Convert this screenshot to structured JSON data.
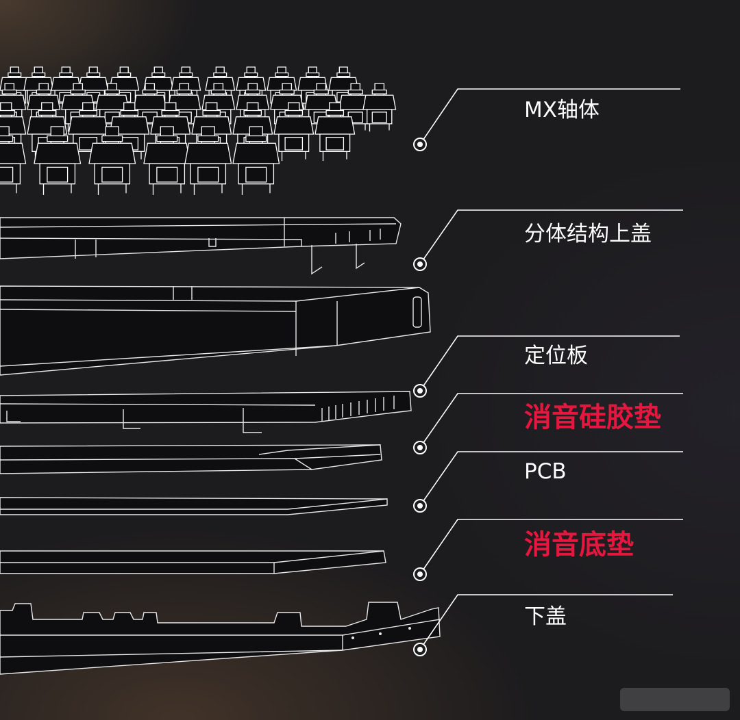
{
  "colors": {
    "background": "#1c1b1d",
    "line": "#ffffff",
    "highlight": "#e5173f",
    "part_fill": "#0e0e10"
  },
  "labels": [
    {
      "id": "mx-switch",
      "text": "MX轴体",
      "highlight": false
    },
    {
      "id": "top-case",
      "text": "分体结构上盖",
      "highlight": false
    },
    {
      "id": "plate",
      "text": "定位板",
      "highlight": false
    },
    {
      "id": "silicone-pad",
      "text": "消音硅胶垫",
      "highlight": true
    },
    {
      "id": "pcb",
      "text": "PCB",
      "highlight": false
    },
    {
      "id": "bottom-pad",
      "text": "消音底垫",
      "highlight": true
    },
    {
      "id": "bottom-case",
      "text": "下盖",
      "highlight": false
    }
  ],
  "icons": [
    "callout-dot-icon",
    "mechanical-switch-icon",
    "watermark-logo"
  ]
}
